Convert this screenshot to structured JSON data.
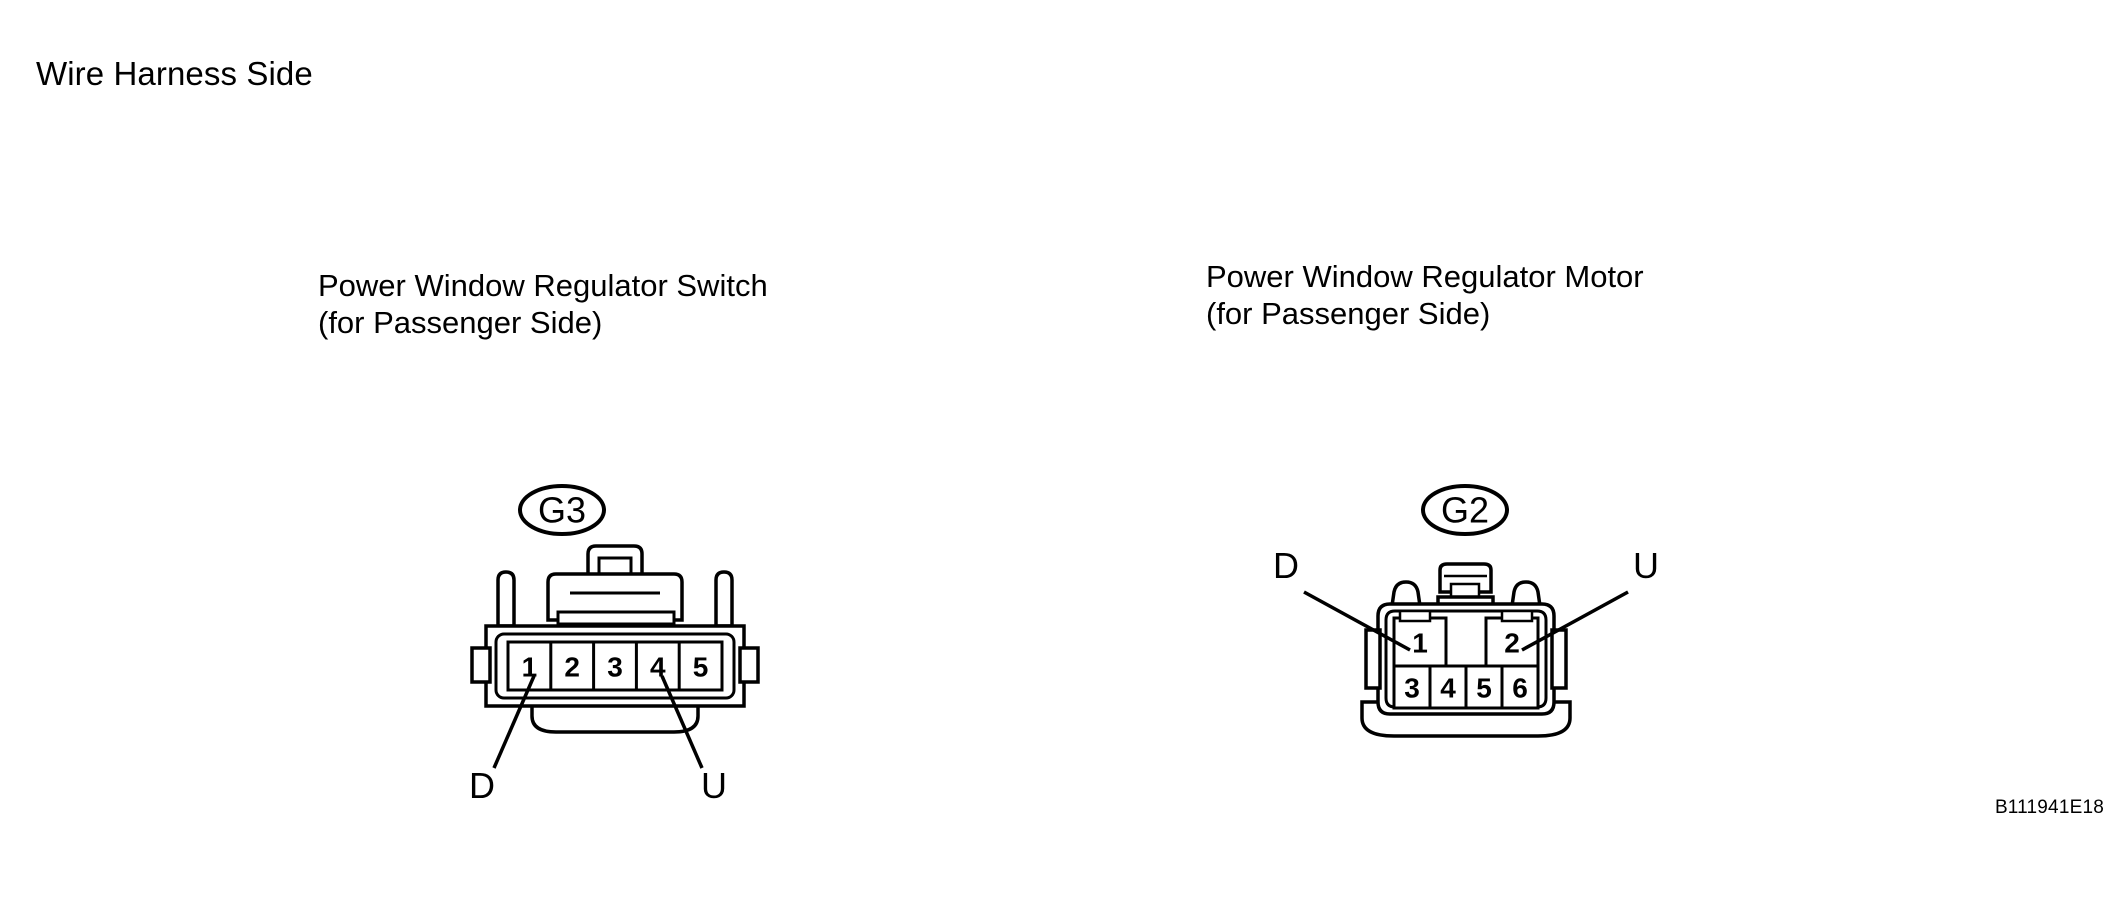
{
  "page": {
    "title": "Wire Harness Side",
    "reference_code": "B111941E18",
    "background_color": "#ffffff",
    "line_color": "#000000"
  },
  "connectors": [
    {
      "id": "G3",
      "badge": "G3",
      "caption_line1": "Power Window Regulator Switch",
      "caption_line2": "(for Passenger Side)",
      "layout": "single-row",
      "rows": [
        [
          "1",
          "2",
          "3",
          "4",
          "5"
        ]
      ],
      "terminal_count": 5,
      "callouts": [
        {
          "label": "D",
          "pin": "1",
          "position": "bottom-left"
        },
        {
          "label": "U",
          "pin": "4",
          "position": "bottom-right"
        }
      ]
    },
    {
      "id": "G2",
      "badge": "G2",
      "caption_line1": "Power Window Regulator Motor",
      "caption_line2": "(for Passenger Side)",
      "layout": "two-row",
      "rows": [
        [
          "1",
          "2"
        ],
        [
          "3",
          "4",
          "5",
          "6"
        ]
      ],
      "terminal_count": 6,
      "callouts": [
        {
          "label": "D",
          "pin": "1",
          "position": "upper-left"
        },
        {
          "label": "U",
          "pin": "2",
          "position": "upper-right"
        }
      ]
    }
  ]
}
